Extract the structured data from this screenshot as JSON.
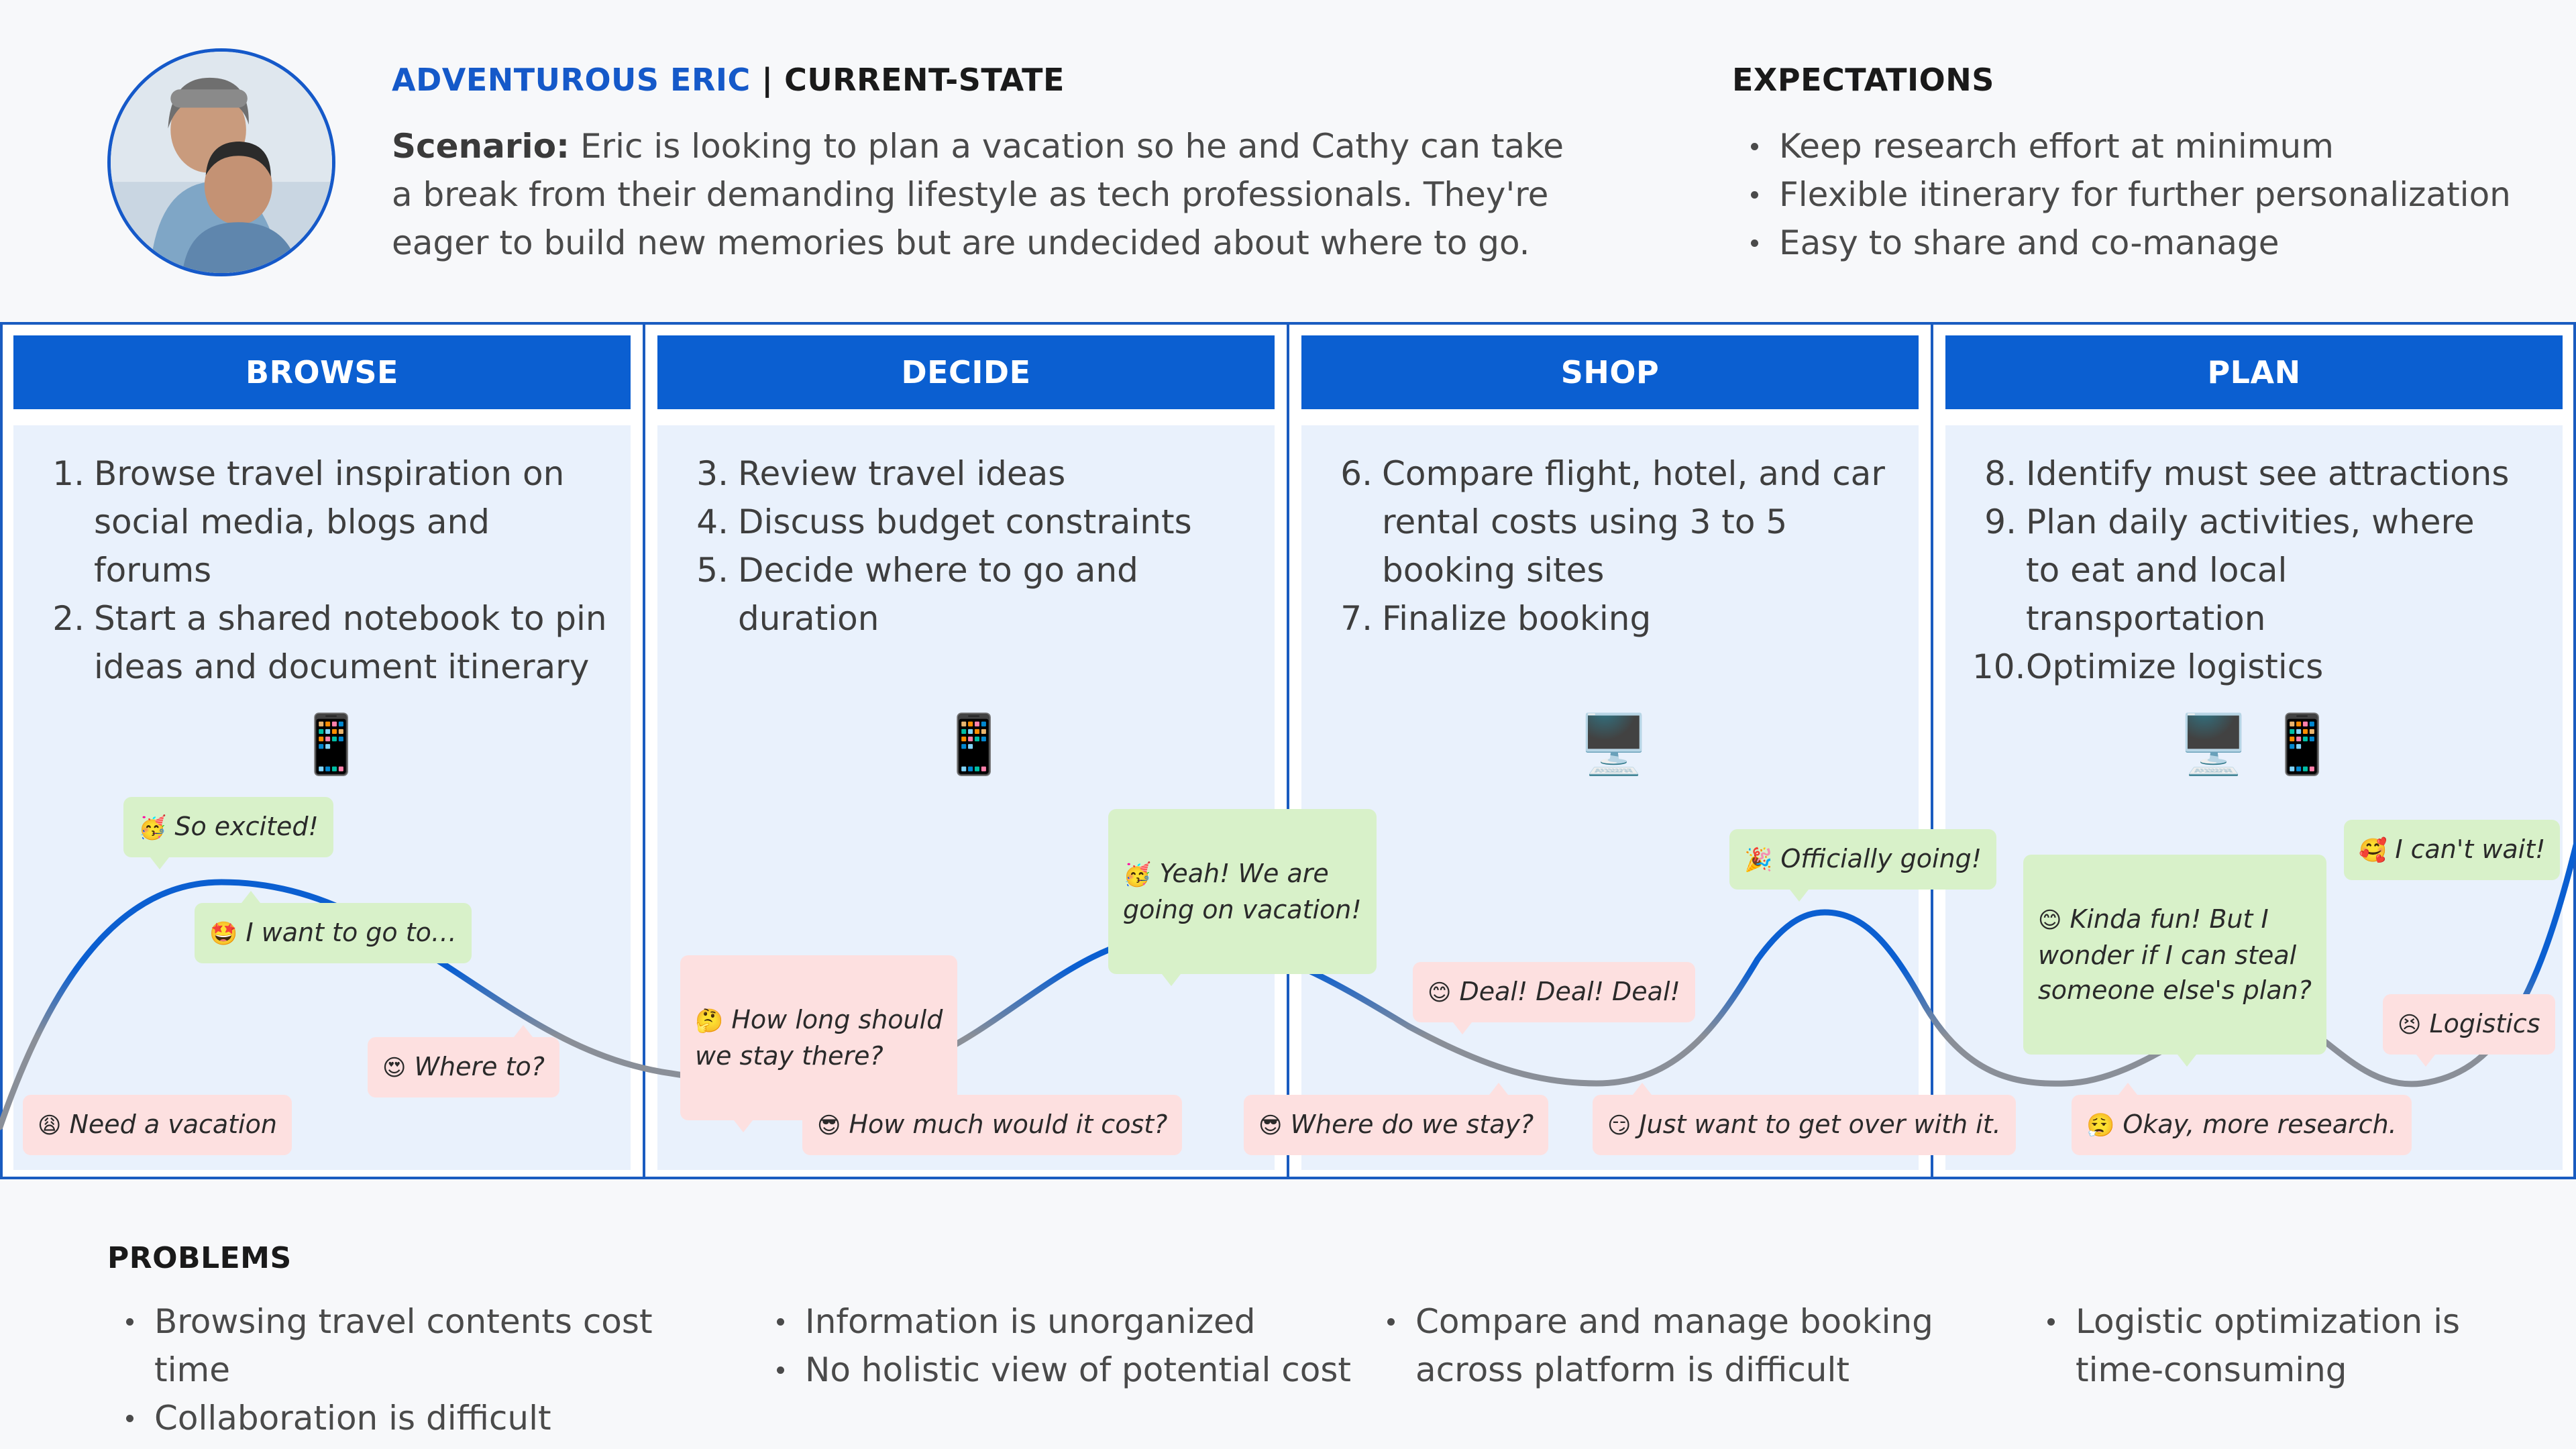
{
  "header": {
    "persona_name": "ADVENTUROUS ERIC",
    "separator": "|",
    "state": "CURRENT-STATE",
    "scenario_label": "Scenario:",
    "scenario_text": " Eric is looking to plan a vacation so he and Cathy can take a break from their demanding lifestyle as tech professionals. They're eager to build new memories but are undecided about where to go."
  },
  "expectations": {
    "title": "EXPECTATIONS",
    "items": [
      "Keep research effort at minimum",
      "Flexible itinerary for further personalization",
      "Easy to share and co-manage"
    ]
  },
  "stages": [
    {
      "label": "BROWSE",
      "steps": [
        {
          "num": "1.",
          "text": "Browse travel inspiration on social media, blogs and forums"
        },
        {
          "num": "2.",
          "text": "Start a shared notebook to pin ideas and document itinerary"
        }
      ],
      "devices": [
        "📱"
      ]
    },
    {
      "label": "DECIDE",
      "steps": [
        {
          "num": "3.",
          "text": "Review travel ideas"
        },
        {
          "num": "4.",
          "text": "Discuss budget constraints"
        },
        {
          "num": "5.",
          "text": "Decide where to go and duration"
        }
      ],
      "devices": [
        "📱"
      ]
    },
    {
      "label": "SHOP",
      "steps": [
        {
          "num": "6.",
          "text": "Compare flight, hotel, and car rental costs using 3 to 5 booking sites"
        },
        {
          "num": "7.",
          "text": "Finalize booking"
        }
      ],
      "devices": [
        "🖥️"
      ]
    },
    {
      "label": "PLAN",
      "steps": [
        {
          "num": "8.",
          "text": "Identify must see attractions"
        },
        {
          "num": "9.",
          "text": "Plan daily activities, where to eat and local transportation"
        },
        {
          "num": "10.",
          "text": "Optimize logistics"
        }
      ],
      "devices": [
        "🖥️",
        "📱"
      ]
    }
  ],
  "emotions": [
    {
      "emoji": "🥳",
      "text": "So excited!",
      "mood": "positive"
    },
    {
      "emoji": "🤩",
      "text": "I want to go to…",
      "mood": "positive"
    },
    {
      "emoji": "😍",
      "text": "Where to?",
      "mood": "negative"
    },
    {
      "emoji": "😩",
      "text": "Need a vacation",
      "mood": "negative"
    },
    {
      "emoji": "🤔",
      "text": "How long should\nwe stay there?",
      "mood": "negative"
    },
    {
      "emoji": "😎",
      "text": "How much would it cost?",
      "mood": "negative"
    },
    {
      "emoji": "🥳",
      "text": "Yeah! We are\ngoing on vacation!",
      "mood": "positive"
    },
    {
      "emoji": "😎",
      "text": "Where do we stay?",
      "mood": "negative"
    },
    {
      "emoji": "😊",
      "text": "Deal! Deal! Deal!",
      "mood": "negative"
    },
    {
      "emoji": "😏",
      "text": "Just want to get over with it.",
      "mood": "negative"
    },
    {
      "emoji": "🎉",
      "text": "Officially going!",
      "mood": "positive"
    },
    {
      "emoji": "😊",
      "text": "Kinda fun! But I\nwonder if I can steal\nsomeone else's plan?",
      "mood": "positive"
    },
    {
      "emoji": "😮‍💨",
      "text": "Okay, more research.",
      "mood": "negative"
    },
    {
      "emoji": "😣",
      "text": "Logistics",
      "mood": "negative"
    },
    {
      "emoji": "🥰",
      "text": "I can't wait!",
      "mood": "positive"
    }
  ],
  "problems": {
    "title": "PROBLEMS",
    "columns": [
      [
        "Browsing travel contents cost time",
        "Collaboration is difficult"
      ],
      [
        "Information is unorganized",
        "No holistic view of potential cost"
      ],
      [
        "Compare and manage booking across platform is difficult"
      ],
      [
        "Logistic optimization is time-consuming"
      ]
    ]
  },
  "colors": {
    "accent_blue": "#0b5fd1",
    "stage_bg": "#e9f1fc",
    "positive_bubble": "#d8f1c9",
    "negative_bubble": "#fde0e0",
    "curve_high": "#0b5fd1",
    "curve_low": "#8a8f98"
  }
}
